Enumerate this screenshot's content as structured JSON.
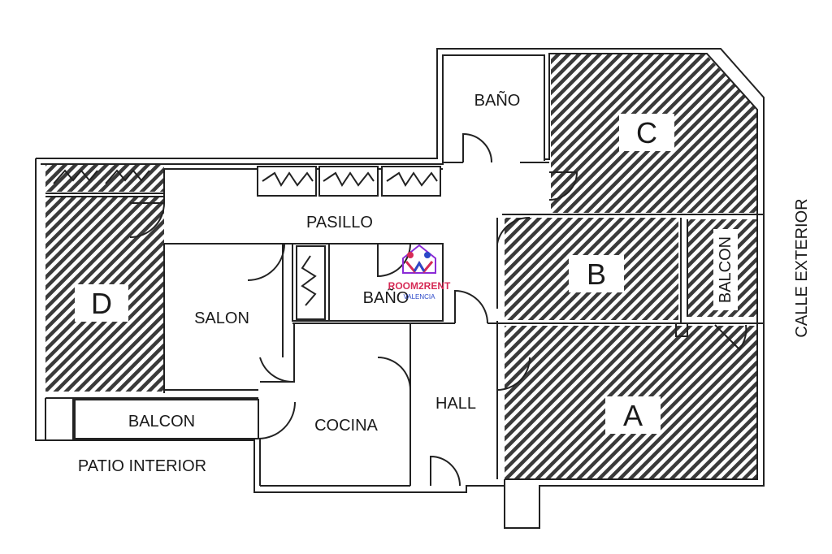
{
  "rooms": {
    "bano_top": "BAÑO",
    "pasillo": "PASILLO",
    "salon": "SALON",
    "bano_mid": "BAÑO",
    "cocina": "COCINA",
    "hall": "HALL",
    "balcon_left": "BALCON",
    "balcon_right": "BALCON",
    "patio": "PATIO INTERIOR",
    "calle": "CALLE EXTERIOR"
  },
  "bedrooms": {
    "a": "A",
    "b": "B",
    "c": "C",
    "d": "D"
  },
  "logo": {
    "name": "ROOM2RENT",
    "sub": "VALENCIA",
    "colors": {
      "red": "#d62b56",
      "blue": "#2b48c8",
      "purple": "#8a2bd6"
    }
  },
  "colors": {
    "wall": "#222222",
    "hatch": "#3a3a3a",
    "label_box": "#ffffff"
  }
}
